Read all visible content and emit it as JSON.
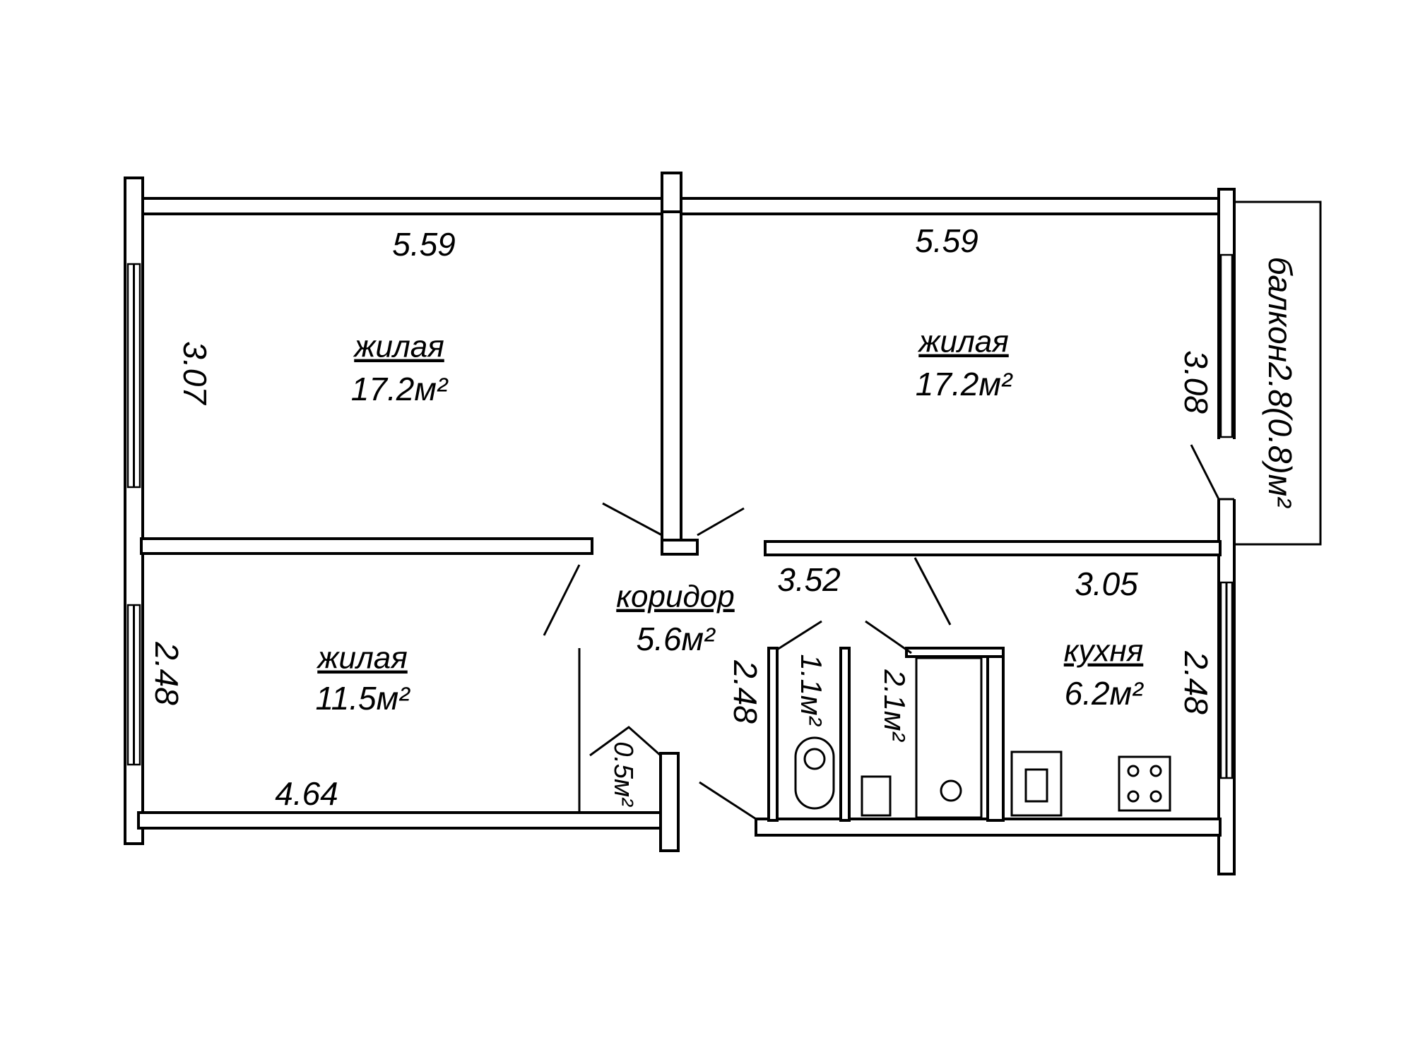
{
  "plan": {
    "rooms": [
      {
        "name": "жилая",
        "area": "17.2м²",
        "width": "5.59",
        "depth": "3.07"
      },
      {
        "name": "жилая",
        "area": "17.2м²",
        "width": "5.59",
        "depth": "3.08"
      },
      {
        "name": "жилая",
        "area": "11.5м²",
        "width": "4.64",
        "depth": "2.48"
      },
      {
        "name": "коридор",
        "area": "5.6м²",
        "width": "3.52"
      },
      {
        "name": "кухня",
        "area": "6.2м²",
        "width": "3.05",
        "depth": "2.48"
      }
    ],
    "wc_area": "1.1м²",
    "bath_area": "2.1м²",
    "bath_depth": "2.48",
    "closet_area": "0.5м²",
    "balcony": "балкон2.8(0.8)м²"
  }
}
